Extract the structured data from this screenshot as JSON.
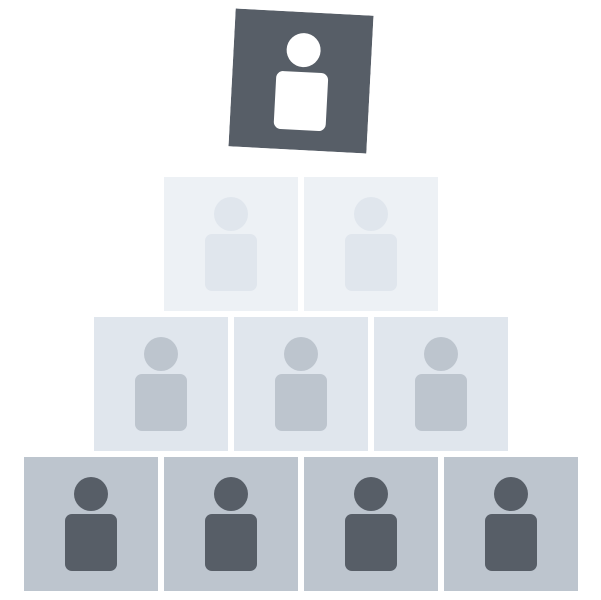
{
  "palette": {
    "top_bg": "#575e67",
    "top_figure": "#ffffff",
    "row2_bg": "#edf1f5",
    "row2_figure": "#e0e6ed",
    "row3_bg": "#e0e6ed",
    "row3_figure": "#bdc5ce",
    "row4_bg": "#bdc5ce",
    "row4_figure": "#575e67"
  },
  "icons": {
    "person": "person-icon"
  },
  "rows": [
    {
      "name": "top",
      "count": 1
    },
    {
      "name": "row-2",
      "count": 2
    },
    {
      "name": "row-3",
      "count": 3
    },
    {
      "name": "row-4",
      "count": 4
    }
  ]
}
